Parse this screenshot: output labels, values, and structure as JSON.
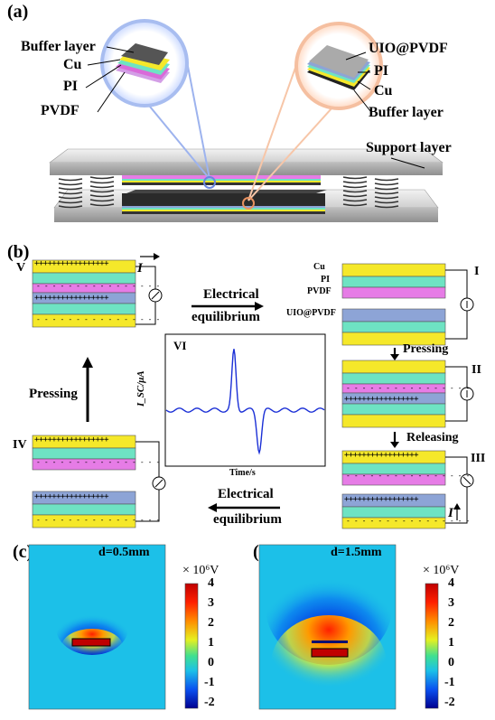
{
  "panel_a": {
    "letter": "(a)",
    "left_layers": [
      "Buffer layer",
      "Cu",
      "PI",
      "PVDF"
    ],
    "right_layers": [
      "UIO@PVDF",
      "PI",
      "Cu",
      "Buffer layer"
    ],
    "support_label": "Support layer"
  },
  "panel_b": {
    "letter": "(b)",
    "state_V": "V",
    "state_I": "I",
    "state_II": "II",
    "state_III": "III",
    "state_IV": "IV",
    "state_VI": "VI",
    "current_symbol": "I",
    "layer_labels": {
      "cu": "Cu",
      "pi": "PI",
      "pvdf": "PVDF",
      "uio": "UIO@PVDF"
    },
    "top_arrow_text": [
      "Electrical",
      "equilibrium"
    ],
    "bottom_arrow_text": [
      "Electrical",
      "equilibrium"
    ],
    "pressing_left": "Pressing",
    "pressing_right": "Pressing",
    "releasing": "Releasing",
    "plus_row": "+++++++++++++++++",
    "minus_row": "- - - - - - - - - - - - - - - -",
    "plot": {
      "ylabel": "I_SC/μA",
      "xlabel": "Time/s"
    }
  },
  "panel_c": {
    "letter": "(c)",
    "gap_label": "d=0.5mm",
    "colorbar_unit": "× 10⁶V",
    "ticks": [
      "4",
      "3",
      "2",
      "1",
      "0",
      "-1",
      "-2"
    ]
  },
  "panel_d": {
    "letter": "(d)",
    "gap_label": "d=1.5mm",
    "colorbar_unit": "× 10⁶V",
    "ticks": [
      "4",
      "3",
      "2",
      "1",
      "0",
      "-1",
      "-2"
    ]
  },
  "colors": {
    "cu": "#f5e82a",
    "pi": "#6ee3c3",
    "pvdf": "#e67ce6",
    "uio": "#8da4d6",
    "field_bg": "#1cc0e8"
  }
}
